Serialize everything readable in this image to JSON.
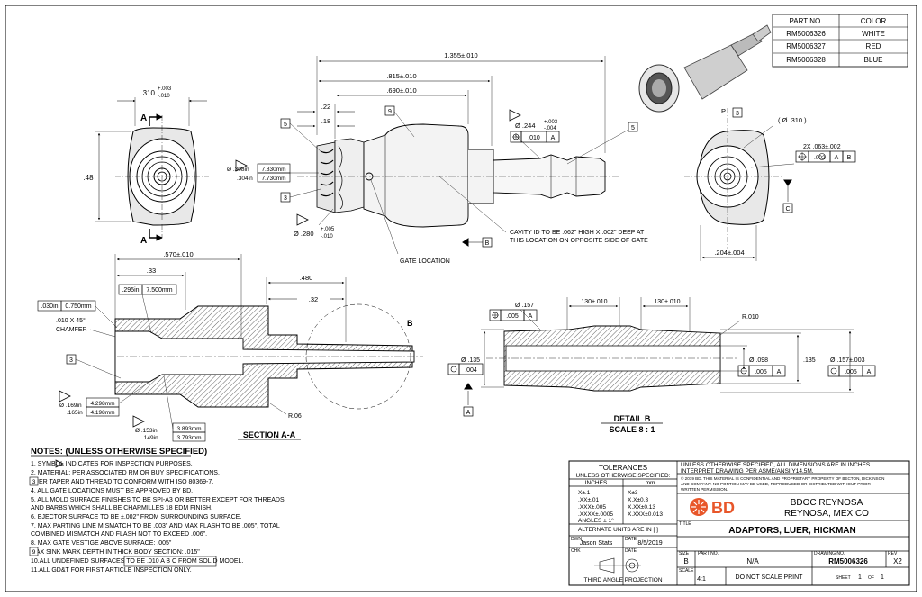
{
  "parts_table": {
    "headers": [
      "PART NO.",
      "COLOR"
    ],
    "rows": [
      [
        "RM5006326",
        "WHITE"
      ],
      [
        "RM5006327",
        "RED"
      ],
      [
        "RM5006328",
        "BLUE"
      ]
    ]
  },
  "views": {
    "end_left": {
      "height": ".48",
      "width_main": ".310",
      "width_plus": "+.003",
      "width_minus": "-.010",
      "section_label": "A"
    },
    "side": {
      "overall": "1.355±.010",
      "d815": ".815±.010",
      "d690": ".690±.010",
      "d22": ".22",
      "d18": ".18",
      "dia244_main": "Ø .244",
      "dia244_plus": "+.003",
      "dia244_minus": "-.004",
      "fcf_pos": ".010",
      "dia308": "Ø .308in",
      "dia304": ".304in",
      "mm1": "7.830mm",
      "mm2": "7.730mm",
      "dia280_main": "Ø .280",
      "dia280_plus": "+.005",
      "dia280_minus": "-.010",
      "cavity_note_1": "CAVITY ID TO BE .062\" HIGH  X .002\" DEEP AT",
      "cavity_note_2": "THIS LOCATION ON OPPOSITE SIDE OF GATE",
      "gate_location": "GATE LOCATION",
      "flag5": "5",
      "flag9": "9",
      "flag3": "3"
    },
    "end_right": {
      "p_label": "P",
      "dia310": "( Ø .310 )",
      "two_x": "2X .063±.002",
      "fcf_val": ".002",
      "datum_a": "A",
      "datum_b": "B",
      "datum_c": "C",
      "width": ".204±.004"
    },
    "section": {
      "d570": ".570±.010",
      "d33": ".33",
      "d295": ".295in",
      "d7500": "7.500mm",
      "d030": ".030in",
      "d0750": "0.750mm",
      "chamfer1": ".010 X 45°",
      "chamfer2": "CHAMFER",
      "d480": ".480",
      "d32": ".32",
      "d169": "Ø .169in",
      "d165": ".165in",
      "mm4298": "4.298mm",
      "mm4198": "4.198mm",
      "d153": "Ø .153in",
      "d149": ".149in",
      "mm3893": "3.893mm",
      "mm3793": "3.793mm",
      "r06": "R.06",
      "title": "SECTION A-A",
      "detail_callout": "B"
    },
    "detail": {
      "d157": "Ø .157",
      "fcf157": ".005",
      "d130a": ".130±.010",
      "d130b": ".130±.010",
      "r010": "R.010",
      "d135": "Ø .135",
      "fcf135": ".004",
      "d098": "Ø .098",
      "fcf098": ".005",
      "d135b": ".135",
      "d157b": "Ø .157±.003",
      "fcf157b": ".005",
      "title": "DETAIL B",
      "scale": "SCALE 8 : 1",
      "datum_a": "A"
    }
  },
  "notes": {
    "heading": "NOTES:  (UNLESS OTHERWISE SPECIFIED)",
    "items": [
      "1.  SYMBOL        INDICATES FOR INSPECTION PURPOSES.",
      "2.  MATERIAL: PER ASSOCIATED RM OR BUY SPECIFICATIONS.",
      "    LUER TAPER AND THREAD TO CONFORM WITH ISO 80369-7.",
      "4.  ALL GATE LOCATIONS MUST BE APPROVED BY BD.",
      "5.  ALL MOLD SURFACE FINISHES TO BE SPI-A3 OR BETTER EXCEPT FOR THREADS",
      "     AND BARBS WHICH SHALL BE CHARMILLES 18 EDM FINISH.",
      "6.  EJECTOR SURFACE TO BE ±.002\" FROM SURROUNDING SURFACE.",
      "7.  MAX PARTING LINE MISMATCH TO BE .003\" AND MAX FLASH TO BE .005\", TOTAL",
      "     COMBINED MISMATCH AND FLASH NOT TO EXCEED .006\".",
      "8.  MAX GATE VESTIGE ABOVE SURFACE: .005\"",
      "    MAX SINK MARK DEPTH  IN THICK BODY SECTION: .015\"",
      "10.ALL UNDEFINED SURFACES TO BE              .010   A   B   C   FROM SOLID MODEL.",
      "11.ALL GD&T FOR FIRST ARTICLE INSPECTION ONLY."
    ]
  },
  "title_block": {
    "tolerances_title": "TOLERANCES",
    "tolerances_sub": "UNLESS OTHERWISE SPECIFIED:",
    "inches": "INCHES",
    "mm": "mm",
    "tol_rows": [
      [
        "X±.1",
        "X±3"
      ],
      [
        ".XX±.01",
        "X.X±0.3"
      ],
      [
        ".XXX±.005",
        "X.XX±0.13"
      ],
      [
        ".XXXX±.0005",
        "X.XXX±0.013"
      ]
    ],
    "angles": "ANGLES ± 1°",
    "alt_units": "ALTERNATE UNITS ARE IN [ ]",
    "dwn_label": "DWN",
    "drawn_by": "Jason Stats",
    "date_label": "DATE",
    "date": "8/5/2019",
    "chk_label": "CHK",
    "date2_label": "DATE",
    "projection": "THIRD ANGLE PROJECTION",
    "spec_note_1": "UNLESS OTHERWISE SPECIFIED, ALL DIMENSIONS ARE IN  INCHES.",
    "spec_note_2": "INTERPRET DRAWING PER ASME/ANSI Y14.5M.",
    "conf_1": "© 2019 BD. THIS MATERIAL IS CONFIDENTIAL AND PROPRIETARY PROPERTY OF BECTON, DICKINSON",
    "conf_2": "AND COMPANY. NO PORTION MAY BE USED, REPRODUCED OR DISTRIBUTED WITHOUT PRIOR",
    "conf_3": "WRITTEN PERMISSION.",
    "logo_text": "BD",
    "company_1": "BDOC REYNOSA",
    "company_2": "REYNOSA, MEXICO",
    "title_label": "TITLE",
    "title": "ADAPTORS, LUER, HICKMAN",
    "size_label": "SIZE",
    "size": "B",
    "part_no_label": "PART NO.",
    "part_no": "N/A",
    "drawing_no_label": "DRAWING NO.",
    "drawing_no": "RM5006326",
    "rev_label": "REV",
    "rev": "X2",
    "scale_label": "SCALE",
    "scale": "4:1",
    "do_not_scale": "DO NOT SCALE PRINT",
    "sheet_label": "SHEET",
    "sheet": "1",
    "of_label": "OF",
    "sheet_total": "1"
  },
  "colors": {
    "line": "#000000",
    "logo": "#e8562a",
    "shade": "#d9d9d9"
  }
}
